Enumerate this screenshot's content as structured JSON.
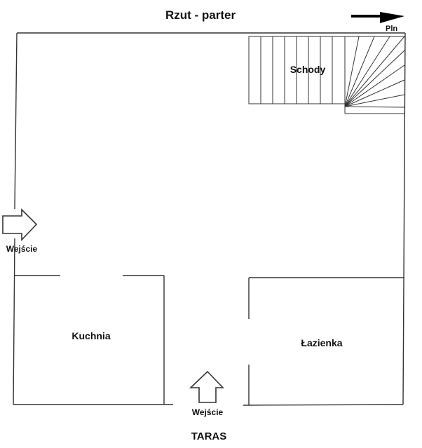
{
  "title": "Rzut - parter",
  "north_label": "Pln",
  "rooms": {
    "stairs": "Schody",
    "kitchen": "Kuchnia",
    "bathroom": "Łazienka"
  },
  "entrances": {
    "side": "Wejście",
    "bottom": "Wejście"
  },
  "terrace": "TARAS",
  "colors": {
    "line": "#333333",
    "text": "#111111",
    "north_arrow": "#000000"
  }
}
